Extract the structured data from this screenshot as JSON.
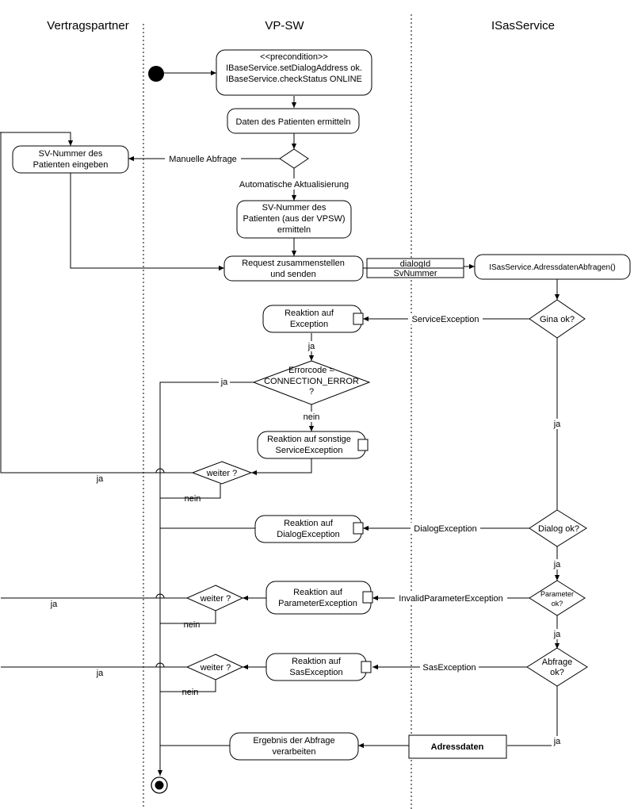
{
  "lanes": [
    "Vertragspartner",
    "VP-SW",
    "ISasService"
  ],
  "nodes": {
    "precondition": [
      "<<precondition>>",
      "IBaseService.setDialogAddress ok.",
      "IBaseService.checkStatus ONLINE"
    ],
    "daten_ermitteln": [
      "Daten des Patienten ermitteln"
    ],
    "sv_eingeben": [
      "SV-Nummer des",
      "Patienten eingeben"
    ],
    "sv_ermitteln": [
      "SV-Nummer des",
      "Patienten (aus der VPSW)",
      "ermitteln"
    ],
    "request": [
      "Request zusammenstellen",
      "und senden"
    ],
    "service_call": [
      "ISasService.AdressdatenAbfragen()"
    ],
    "params_box": [
      "dialogId",
      "SvNummer"
    ],
    "reaktion_exception": [
      "Reaktion auf",
      "Exception"
    ],
    "errorcode": [
      "Errorcode =",
      "CONNECTION_ERROR",
      "?"
    ],
    "reaktion_sonstige": [
      "Reaktion auf sonstige",
      "ServiceException"
    ],
    "weiter1": [
      "weiter ?"
    ],
    "reaktion_dialog": [
      "Reaktion auf",
      "DialogException"
    ],
    "reaktion_parameter": [
      "Reaktion auf",
      "ParameterException"
    ],
    "weiter2": [
      "weiter ?"
    ],
    "reaktion_sas": [
      "Reaktion auf",
      "SasException"
    ],
    "weiter3": [
      "weiter ?"
    ],
    "ergebnis": [
      "Ergebnis der Abfrage",
      "verarbeiten"
    ],
    "adressdaten": [
      "Adressdaten"
    ],
    "gina_ok": [
      "Gina ok?"
    ],
    "dialog_ok": [
      "Dialog ok?"
    ],
    "parameter_ok": [
      "Parameter",
      "ok?"
    ],
    "abfrage_ok": [
      "Abfrage",
      "ok?"
    ]
  },
  "edge_labels": {
    "manuelle_abfrage": "Manuelle Abfrage",
    "automatische_aktualisierung": "Automatische Aktualisierung",
    "service_exception": "ServiceException",
    "ja_exception": "ja",
    "ja_errorcode": "ja",
    "nein_errorcode": "nein",
    "ja_gina": "ja",
    "ja_weiter1": "ja",
    "nein_weiter1": "nein",
    "dialog_exception": "DialogException",
    "ja_dialog": "ja",
    "invalid_parameter_exception": "InvalidParameterException",
    "ja_weiter2": "ja",
    "nein_weiter2": "nein",
    "ja_parameter": "ja",
    "sas_exception": "SasException",
    "ja_weiter3": "ja",
    "nein_weiter3": "nein",
    "ja_abfrage": "ja"
  }
}
